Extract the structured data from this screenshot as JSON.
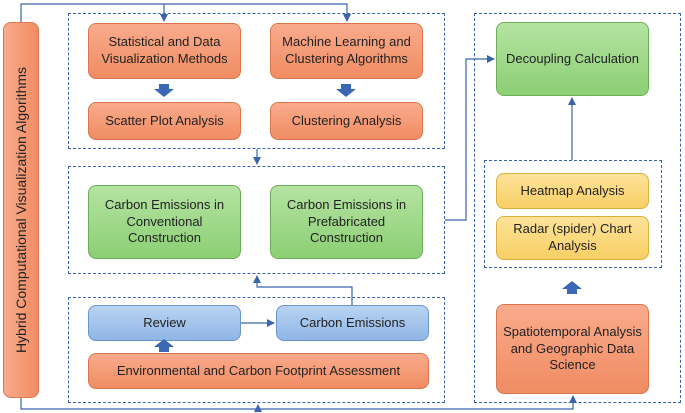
{
  "sidebar": {
    "label": "Hybrid Computational Visualization Algorithms"
  },
  "nodes": {
    "statistical_methods": "Statistical and Data Visualization Methods",
    "ml_clustering": "Machine Learning and Clustering Algorithms",
    "scatter_plot": "Scatter Plot Analysis",
    "clustering_analysis": "Clustering Analysis",
    "carbon_conventional": "Carbon Emissions in Conventional Construction",
    "carbon_prefabricated": "Carbon Emissions in Prefabricated Construction",
    "review": "Review",
    "carbon_emissions": "Carbon Emissions",
    "env_footprint": "Environmental and Carbon Footprint Assessment",
    "decoupling": "Decoupling Calculation",
    "heatmap": "Heatmap Analysis",
    "radar": "Radar (spider) Chart Analysis",
    "spatiotemporal": "Spatiotemporal Analysis and Geographic Data Science"
  },
  "colors": {
    "orange": "#f08c63",
    "green": "#8ccf74",
    "blue": "#8fb6e6",
    "yellow": "#f8cf65",
    "connector": "#3a64ad"
  }
}
